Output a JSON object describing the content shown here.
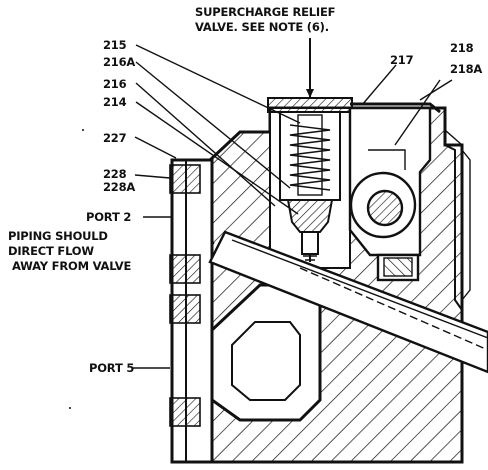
{
  "figure": {
    "callouts": {
      "relief_note_line1": "SUPERCHARGE RELIEF",
      "relief_note_line2": "VALVE. SEE NOTE (6).",
      "ref_215": "215",
      "ref_216a": "216A",
      "ref_216": "216",
      "ref_214": "214",
      "ref_227": "227",
      "ref_228": "228",
      "ref_228a": "228A",
      "ref_217": "217",
      "ref_218": "218",
      "ref_218a": "218A",
      "port2": "PORT 2",
      "piping_note_line1": "PIPING SHOULD",
      "piping_note_line2": "DIRECT FLOW",
      "piping_note_line3": "AWAY FROM VALVE",
      "port5": "PORT 5"
    }
  },
  "colors": {
    "ink": "#111111",
    "paper": "#ffffff"
  }
}
